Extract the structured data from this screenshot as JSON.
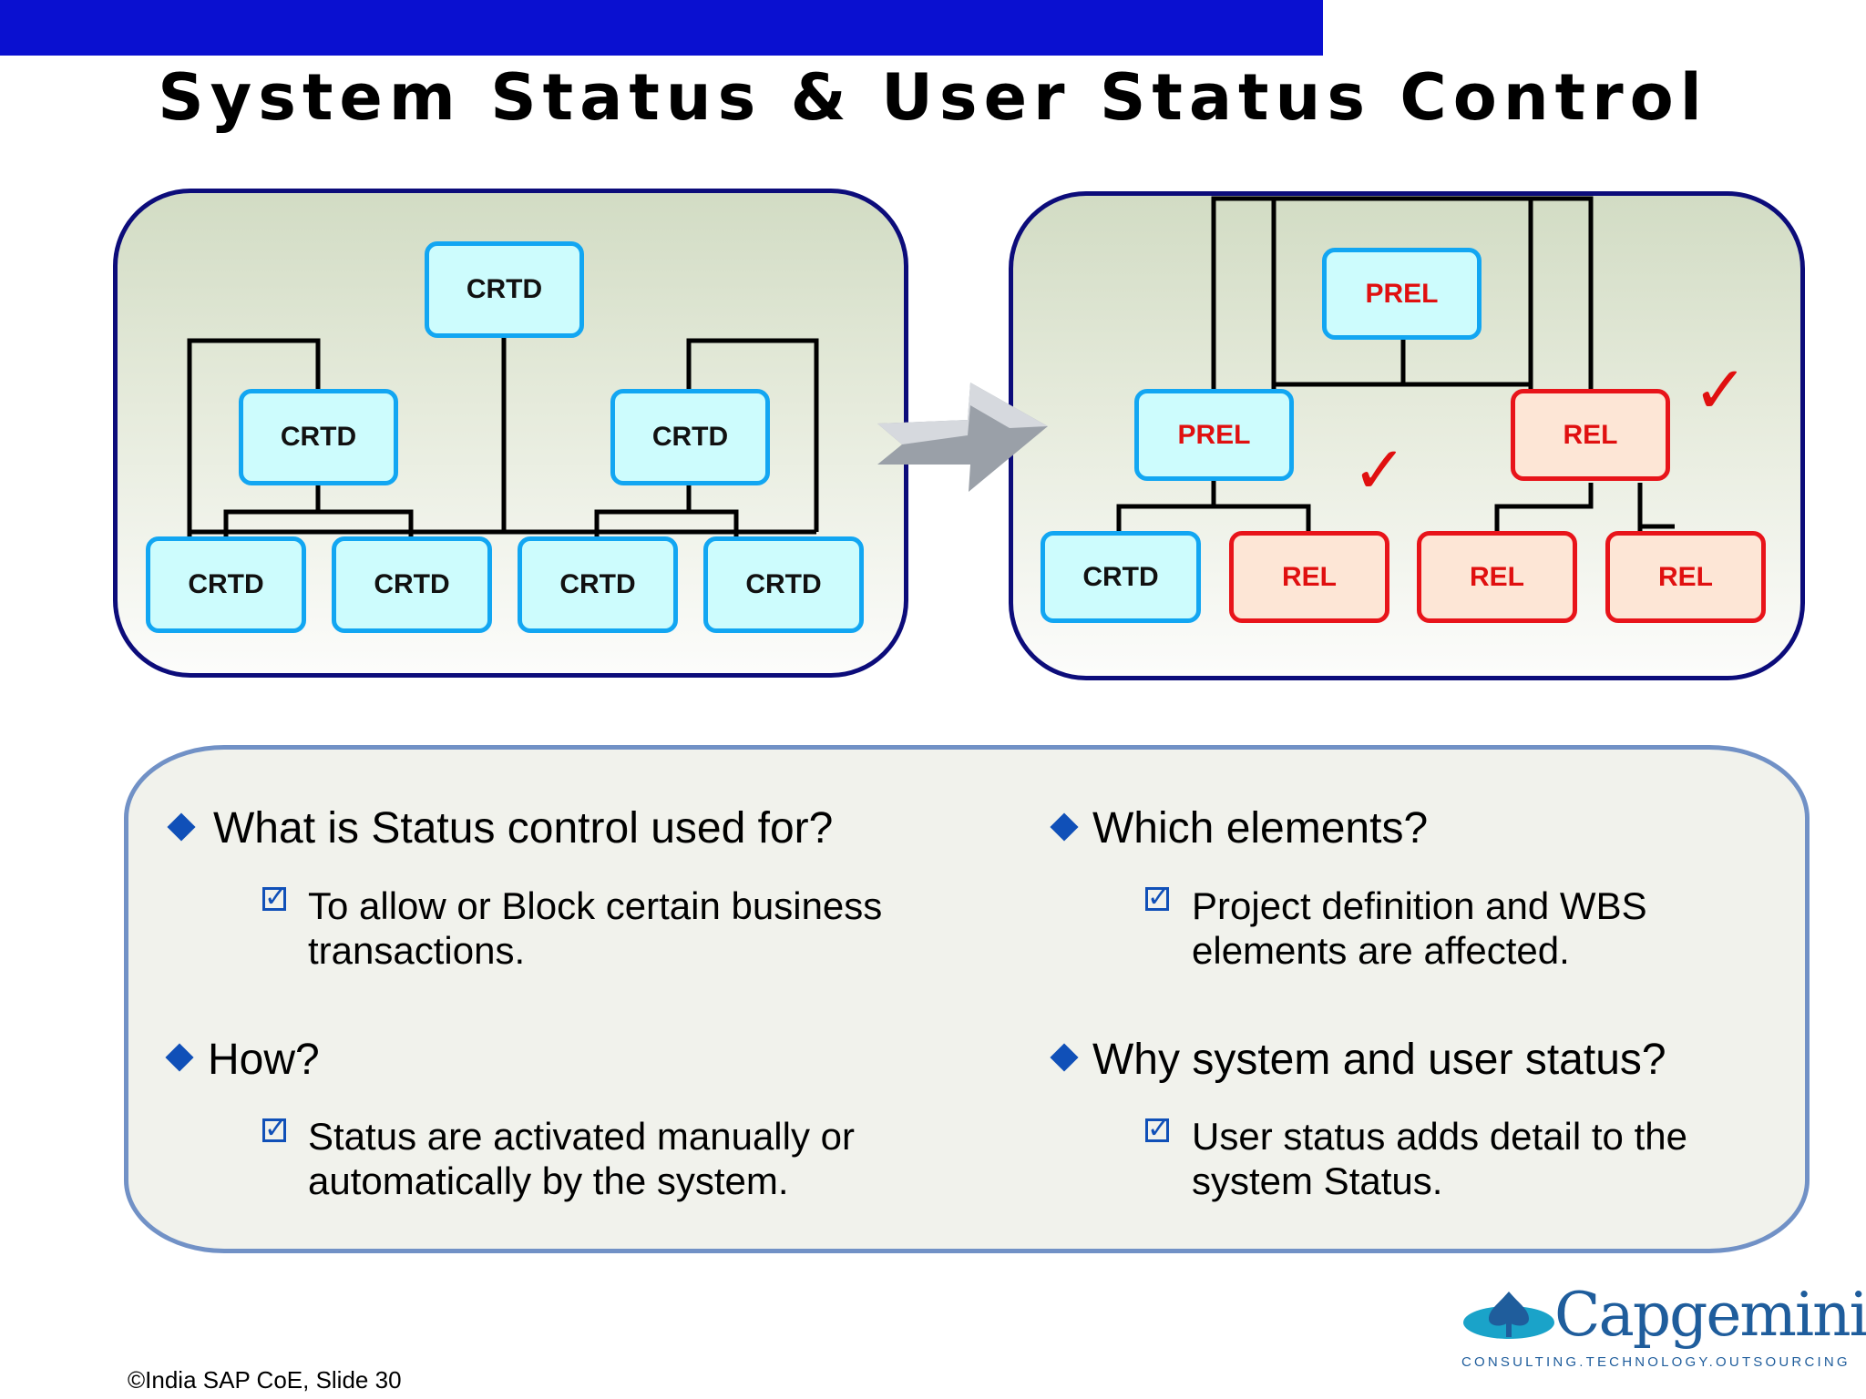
{
  "title": "System Status & User Status Control",
  "left_diagram": {
    "root": "CRTD",
    "level2": [
      "CRTD",
      "CRTD"
    ],
    "level3": [
      "CRTD",
      "CRTD",
      "CRTD",
      "CRTD"
    ]
  },
  "right_diagram": {
    "root": "PREL",
    "level2": [
      "PREL",
      "REL"
    ],
    "level3": [
      "CRTD",
      "REL",
      "REL",
      "REL"
    ]
  },
  "colors": {
    "top_bar": "#0a10d0",
    "node_blue_border": "#12a6f2",
    "node_blue_fill": "#cdfcfd",
    "node_red_border": "#e8141a",
    "node_red_fill": "#fde6d6",
    "status_red_text": "#e01010",
    "panel_border": "#0c0c7a",
    "qa_border": "#7191c6",
    "bullet": "#1050b8"
  },
  "qa": [
    {
      "question": "What is Status control used for?",
      "answer": "To allow or Block certain business transactions."
    },
    {
      "question": "Which elements?",
      "answer": "Project definition and WBS elements are affected."
    },
    {
      "question": "How?",
      "answer": "Status are activated manually or automatically by the system."
    },
    {
      "question": "Why system and user status?",
      "answer": "User status adds detail to the system Status."
    }
  ],
  "answer_lines": [
    [
      "To allow or Block certain business",
      "transactions."
    ],
    [
      "Project definition and WBS",
      "elements are affected."
    ],
    [
      "Status are activated manually or",
      "automatically by the system."
    ],
    [
      "User status adds detail to the",
      "system Status."
    ]
  ],
  "footer": "©India SAP CoE, Slide 30",
  "logo": {
    "name": "Capgemini",
    "tagline": "CONSULTING.TECHNOLOGY.OUTSOURCING"
  },
  "icons": {
    "bullet": "diamond-bullet-icon",
    "answer_marker": "checkbox-checked-icon",
    "approved": "red-check-icon",
    "transition": "arrow-right-icon"
  }
}
